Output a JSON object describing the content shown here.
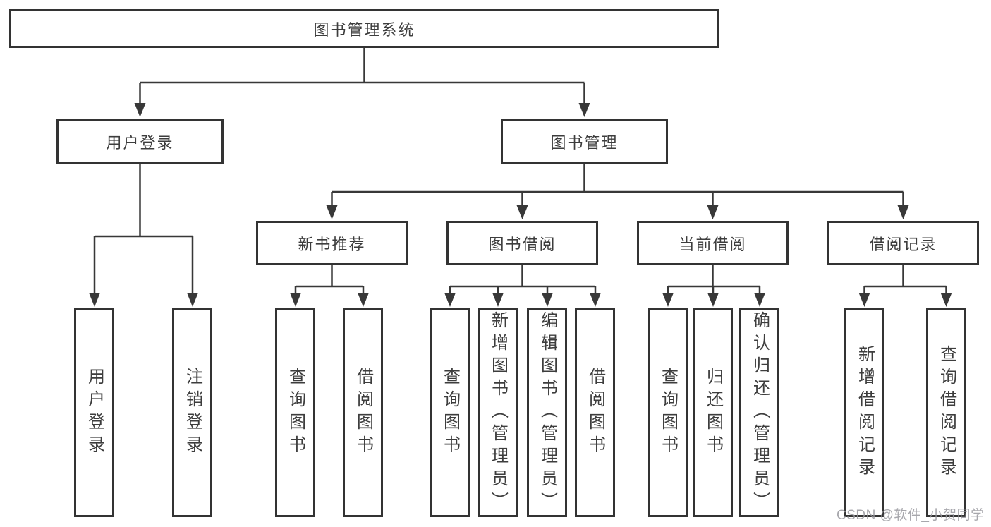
{
  "diagram": {
    "root": "图书管理系统",
    "branches": [
      {
        "label": "用户登录",
        "children": [
          "用户登录",
          "注销登录"
        ]
      },
      {
        "label": "图书管理",
        "sections": [
          {
            "label": "新书推荐",
            "children": [
              "查询图书",
              "借阅图书"
            ]
          },
          {
            "label": "图书借阅",
            "children": [
              "查询图书",
              "新增图书（管理员）",
              "编辑图书（管理员）",
              "借阅图书"
            ]
          },
          {
            "label": "当前借阅",
            "children": [
              "查询图书",
              "归还图书",
              "确认归还（管理员）"
            ]
          },
          {
            "label": "借阅记录",
            "children": [
              "新增借阅记录",
              "查询借阅记录"
            ]
          }
        ]
      }
    ]
  },
  "watermark": "CSDN @软件_小贺同学",
  "colors": {
    "line": "#383838",
    "box_border": "#333333",
    "text": "#3d3d3d",
    "watermark": "#98989e",
    "background": "#ffffff"
  }
}
